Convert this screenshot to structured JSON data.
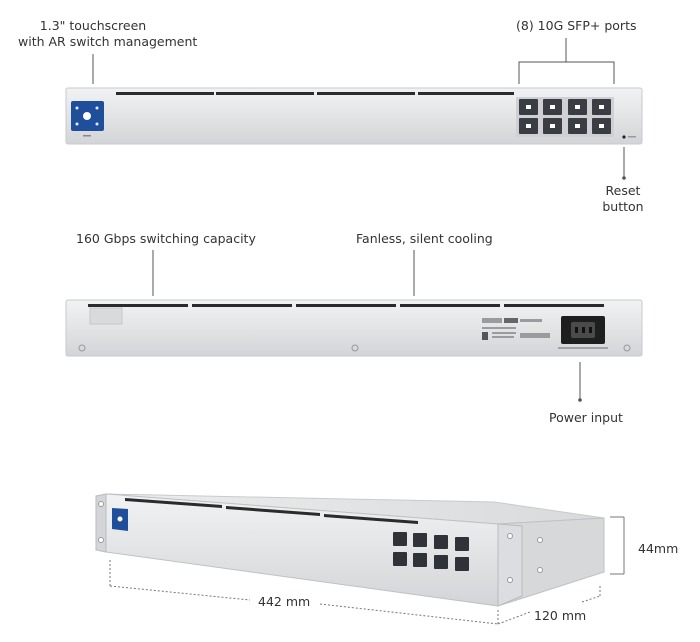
{
  "callouts": {
    "touchscreen": [
      "1.3\" touchscreen",
      "with AR switch management"
    ],
    "sfp_ports": "(8) 10G SFP+ ports",
    "reset": [
      "Reset",
      "button"
    ],
    "switching": "160 Gbps switching capacity",
    "cooling": "Fanless, silent cooling",
    "power": "Power input"
  },
  "dimensions": {
    "width": "442 mm",
    "depth": "120 mm",
    "height": "44mm"
  },
  "colors": {
    "chassis": "#e4e5e7",
    "chassis_edge": "#c9cacd",
    "vent": "#2b2b2b",
    "screen": "#1f4f9a",
    "port": "#3a3d44"
  }
}
